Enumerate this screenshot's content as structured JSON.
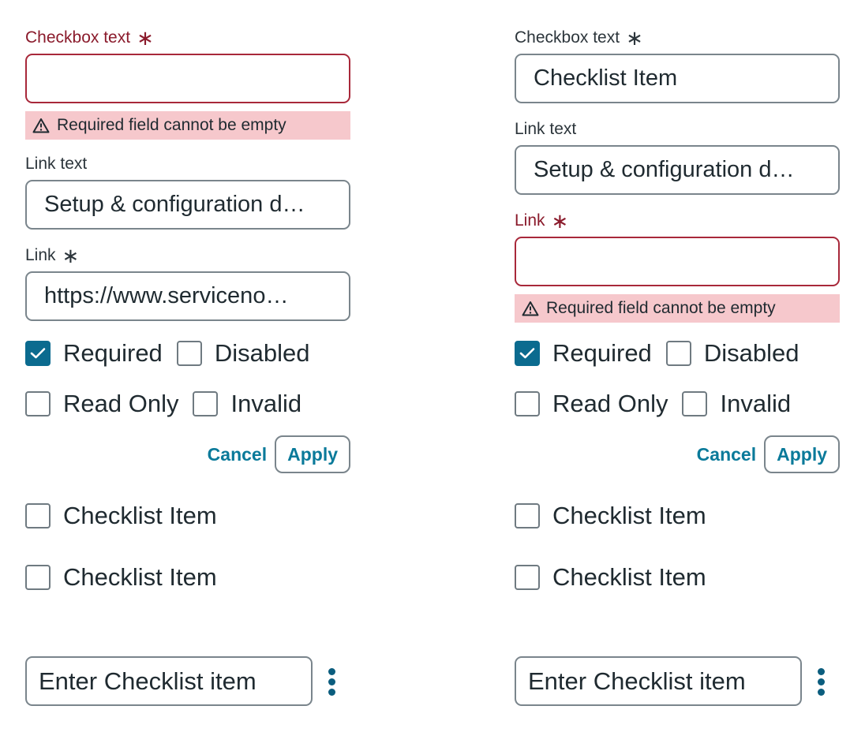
{
  "panels": [
    {
      "checkbox_field": {
        "label": "Checkbox text",
        "value": "",
        "error": "Required field cannot be empty"
      },
      "link_text_field": {
        "label": "Link text",
        "value": "Setup & configuration d…"
      },
      "link_field": {
        "label": "Link",
        "value": "https://www.serviceno…"
      },
      "options": {
        "required": "Required",
        "disabled": "Disabled",
        "read_only": "Read Only",
        "invalid": "Invalid"
      },
      "actions": {
        "cancel": "Cancel",
        "apply": "Apply"
      },
      "items": [
        "Checklist Item",
        "Checklist Item"
      ],
      "entry": {
        "value": "Enter Checklist item"
      }
    },
    {
      "checkbox_field": {
        "label": "Checkbox text",
        "value": "Checklist Item"
      },
      "link_text_field": {
        "label": "Link text",
        "value": "Setup & configuration d…"
      },
      "link_field": {
        "label": "Link",
        "value": "",
        "error": "Required field cannot be empty"
      },
      "options": {
        "required": "Required",
        "disabled": "Disabled",
        "read_only": "Read Only",
        "invalid": "Invalid"
      },
      "actions": {
        "cancel": "Cancel",
        "apply": "Apply"
      },
      "items": [
        "Checklist Item",
        "Checklist Item"
      ],
      "entry": {
        "value": "Enter Checklist item"
      }
    }
  ],
  "required_mark": "∗",
  "colors": {
    "accent": "#0b6b8f",
    "link": "#0a7a9a",
    "error": "#8a1a2b",
    "error_bg": "#f6c8cc"
  },
  "icons": {
    "warning": "warning-icon",
    "check": "check-icon",
    "kebab": "kebab-menu-icon"
  }
}
